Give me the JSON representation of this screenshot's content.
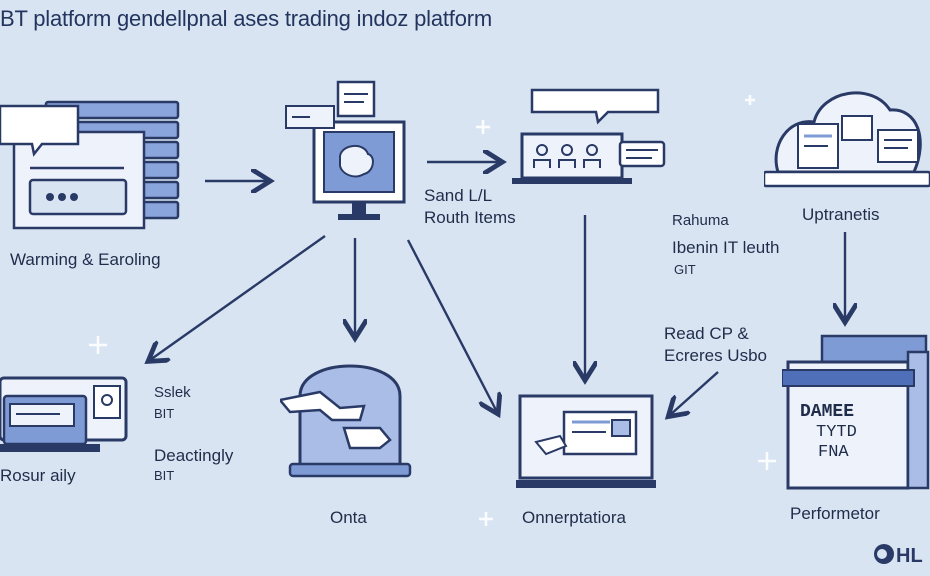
{
  "title": "BT platform gendellpnal ases trading indoz platform",
  "labels": {
    "warming": "Warming & Earoling",
    "sand": "Sand L/L",
    "routh": "Routh Items",
    "rahuma": "Rahuma",
    "ibenin": "Ibenin IT leuth",
    "git1": "GIT",
    "uptranetis": "Uptranetis",
    "read": "Read CP &",
    "ecreres": "Ecreres Usbo",
    "sslek": "Sslek",
    "bit1": "BIT",
    "deactingly": "Deactingly",
    "bit2": "BIT",
    "rosur": "Rosur aily",
    "onta": "Onta",
    "onnerptatiora": "Onnerptatiora",
    "performetor": "Performetor",
    "document_line1": "DAMEE",
    "document_line2": "TYTD",
    "document_line3": "FNA",
    "logo_text": "HL"
  },
  "colors": {
    "background": "#d9e4f3",
    "line": "#2a3a66",
    "accent": "#7f9bd6",
    "panel": "#eef3fb",
    "deep": "#4f6fb8"
  },
  "icons": {
    "left_monitor": "server-chat-icon",
    "top_monitor": "monitor-icon",
    "team": "meeting-screen-icon",
    "cloud": "cloud-documents-icon",
    "tablet": "device-stack-icon",
    "globe": "dome-icon",
    "laptop": "laptop-icon",
    "printer": "document-printer-icon"
  }
}
